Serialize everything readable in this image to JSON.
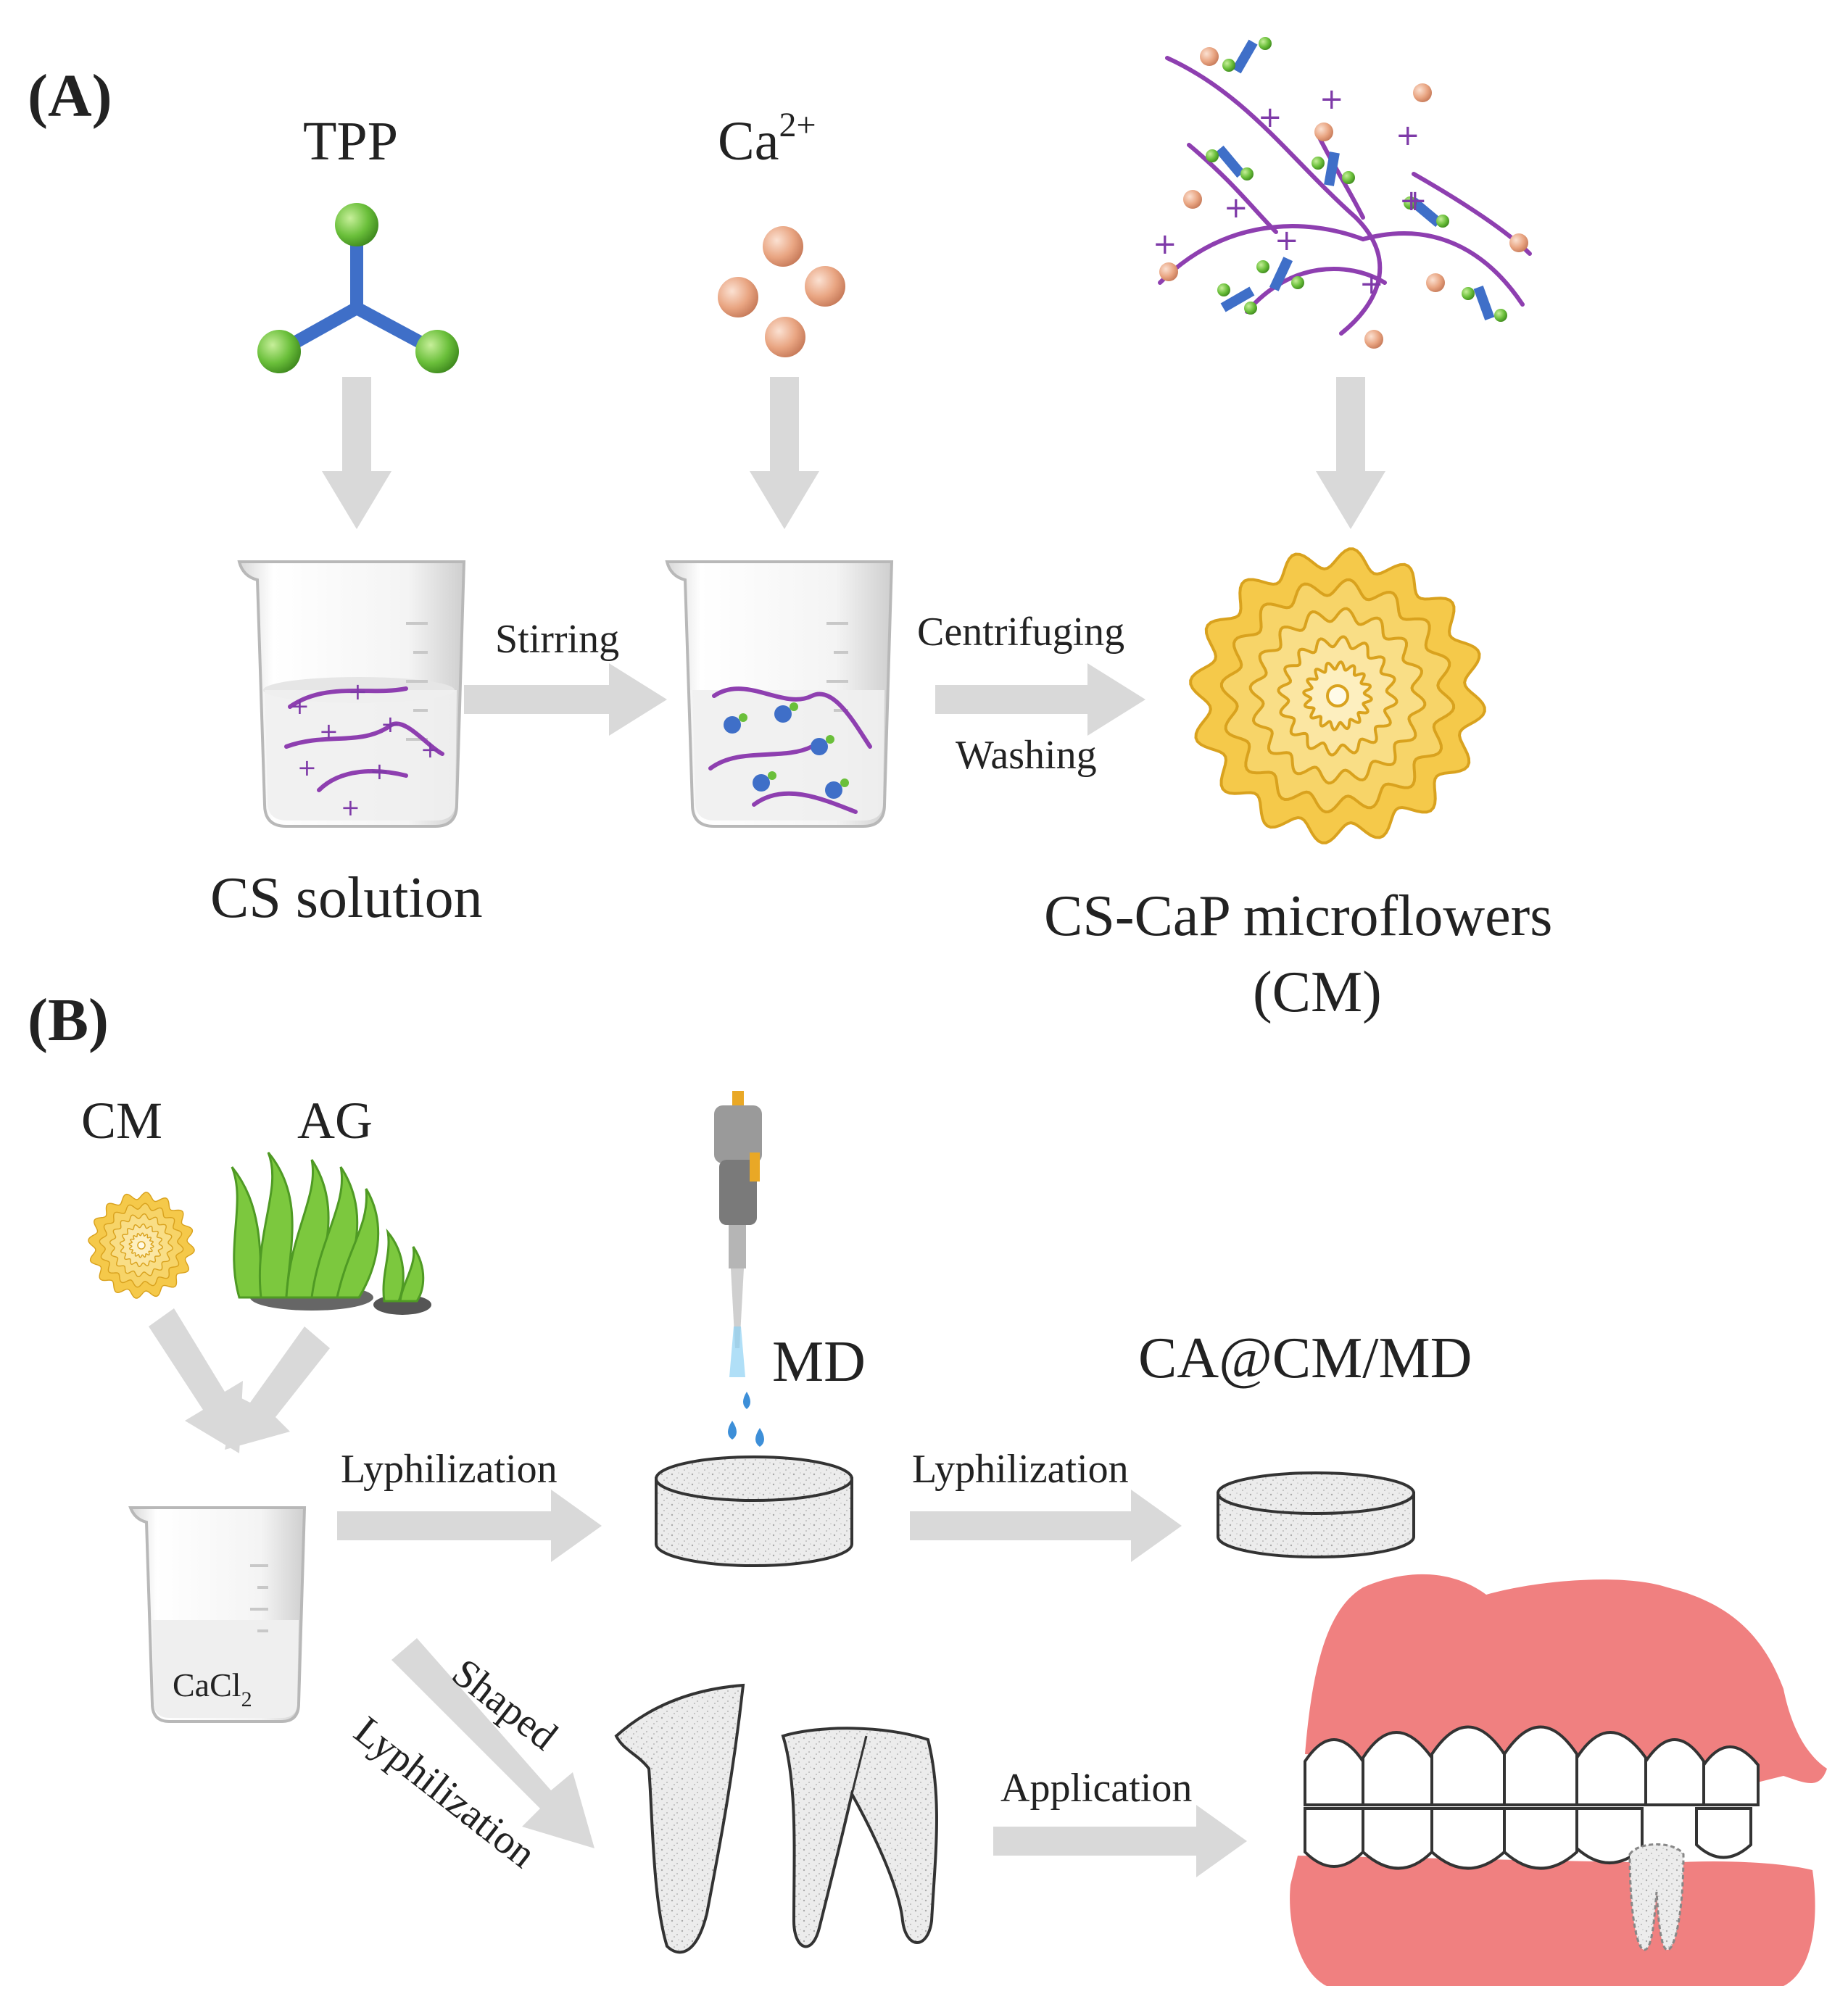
{
  "panel_a": {
    "label": "(A)",
    "tpp_label": "TPP",
    "ca_label_base": "Ca",
    "ca_label_sup": "2+",
    "step1": "Stirring",
    "step2a": "Centrifuging",
    "step2b": "Washing",
    "cs_solution_label": "CS solution",
    "product_line1": "CS-CaP microflowers",
    "product_line2": "(CM)"
  },
  "panel_b": {
    "label": "(B)",
    "cm_label": "CM",
    "ag_label": "AG",
    "cacl2_base": "CaCl",
    "cacl2_sub": "2",
    "md_label": "MD",
    "ca_cm_md_label": "CA@CM/MD",
    "lyo1": "Lyphilization",
    "lyo2": "Lyphilization",
    "shaped": "Shaped",
    "lyo3": "Lyphilization",
    "application": "Application"
  },
  "colors": {
    "polymer": "#8e3fb0",
    "tpp_bond": "#3f6fc8",
    "tpp_atom": "#6abf3a",
    "calcium": "#e9a582",
    "microflower": "#f5c94a",
    "arrow": "#d9d9d9",
    "gum": "#f08080"
  }
}
